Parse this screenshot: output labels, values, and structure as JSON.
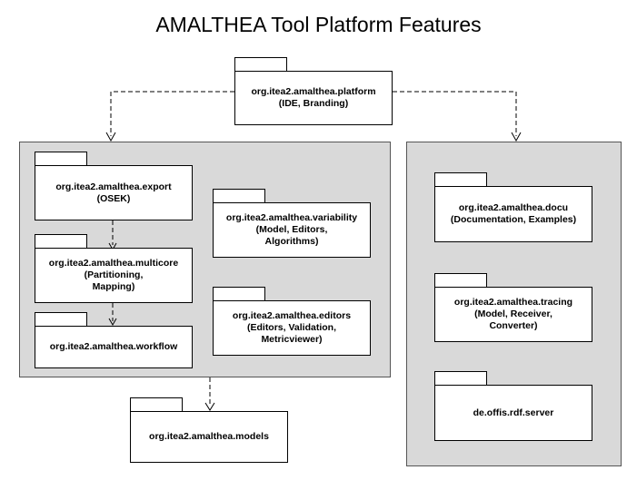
{
  "title": "AMALTHEA Tool Platform Features",
  "packages": {
    "platform": {
      "name": "org.itea2.amalthea.platform",
      "desc": "(IDE, Branding)"
    },
    "export": {
      "name": "org.itea2.amalthea.export",
      "desc": "(OSEK)"
    },
    "multicore": {
      "name": "org.itea2.amalthea.multicore",
      "desc1": "(Partitioning,",
      "desc2": "Mapping)"
    },
    "workflow": {
      "name": "org.itea2.amalthea.workflow"
    },
    "variability": {
      "name": "org.itea2.amalthea.variability",
      "desc1": "(Model, Editors,",
      "desc2": "Algorithms)"
    },
    "editors": {
      "name": "org.itea2.amalthea.editors",
      "desc1": "(Editors, Validation,",
      "desc2": "Metricviewer)"
    },
    "docu": {
      "name": "org.itea2.amalthea.docu",
      "desc": "(Documentation, Examples)"
    },
    "tracing": {
      "name": "org.itea2.amalthea.tracing",
      "desc1": "(Model, Receiver,",
      "desc2": "Converter)"
    },
    "rdf": {
      "name": "de.offis.rdf.server"
    },
    "models": {
      "name": "org.itea2.amalthea.models"
    }
  }
}
